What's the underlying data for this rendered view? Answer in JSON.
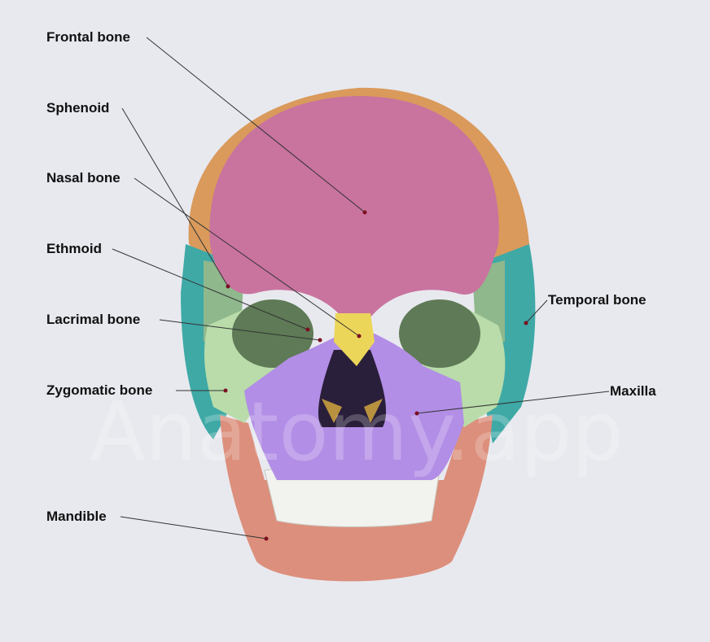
{
  "watermark": "Anatomy.app",
  "labels": {
    "frontal": "Frontal bone",
    "sphenoid": "Sphenoid",
    "nasal": "Nasal bone",
    "ethmoid": "Ethmoid",
    "lacrimal": "Lacrimal bone",
    "zygomatic": "Zygomatic bone",
    "mandible": "Mandible",
    "temporal": "Temporal bone",
    "maxilla": "Maxilla"
  },
  "colors": {
    "background": "#e8e9ef",
    "frontal": "#c9739f",
    "parietal": "#d99a5c",
    "temporal": "#3fa9a6",
    "sphenoid": "#8fb88c",
    "zygomatic": "#b9dcaa",
    "maxilla": "#b28ee6",
    "nasal": "#ecd65a",
    "mandible": "#dc8f7c",
    "teeth": "#f2f2ee",
    "leader": "#333333",
    "marker": "#7a1020"
  }
}
